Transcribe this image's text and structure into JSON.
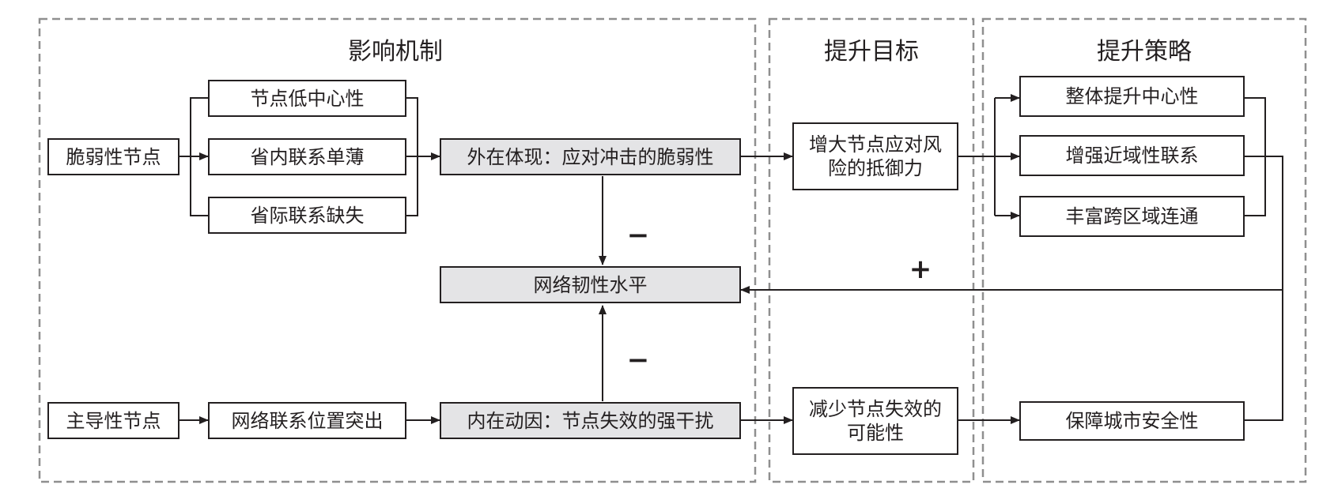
{
  "sections": {
    "mechanism": "影响机制",
    "target": "提升目标",
    "strategy": "提升策略"
  },
  "nodes": {
    "vulnerable_node": "脆弱性节点",
    "low_centrality": "节点低中心性",
    "weak_intra_province": "省内联系单薄",
    "missing_inter_province": "省际联系缺失",
    "external_vulnerability": "外在体现：应对冲击的脆弱性",
    "network_resilience": "网络韧性水平",
    "dominant_node": "主导性节点",
    "prominent_position": "网络联系位置突出",
    "internal_interference": "内在动因：节点失效的强干扰",
    "target_resistance": "增大节点应对风险的抵御力",
    "target_reduce_failure": "减少节点失效的可能性",
    "strategy_centrality": "整体提升中心性",
    "strategy_proximity": "增强近域性联系",
    "strategy_cross_region": "丰富跨区域连通",
    "strategy_security": "保障城市安全性"
  },
  "signs": {
    "upper_effect": "−",
    "lower_effect": "−",
    "strategy_effect": "+"
  },
  "colors": {
    "line": "#231f20",
    "dash": "#8f8f8f",
    "gray_fill": "#e4e4e6"
  }
}
